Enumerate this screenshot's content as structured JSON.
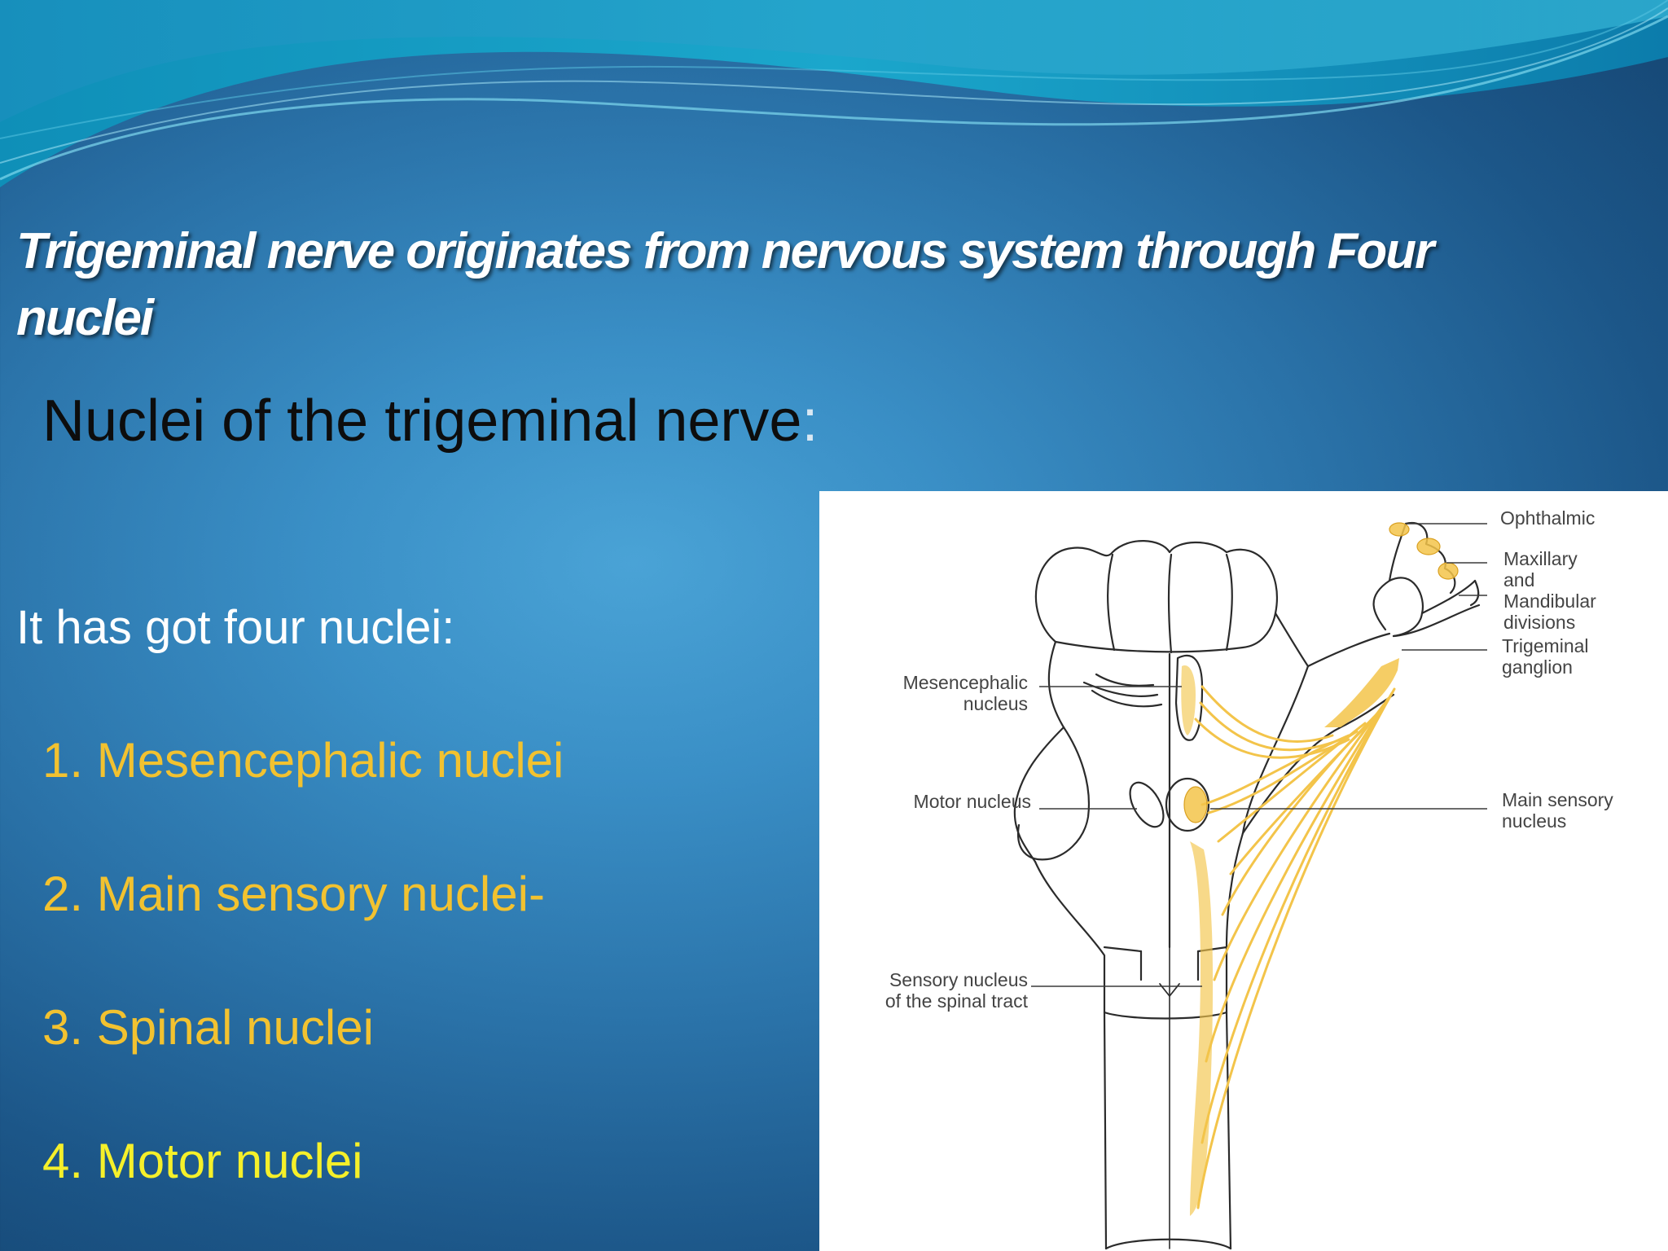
{
  "slide": {
    "title": "Trigeminal nerve originates from nervous system through  Four nuclei",
    "subtitle": "Nuclei of the trigeminal nerve",
    "subtitle_colon": ":",
    "intro": "It has got four nuclei:",
    "nuclei": [
      "1. Mesencephalic  nuclei",
      "2. Main sensory nuclei-",
      "3. Spinal  nuclei",
      "4. Motor nuclei"
    ]
  },
  "figure": {
    "labels": {
      "ophthalmic": "Ophthalmic",
      "maxillary": "Maxillary\nand\nMandibular\ndivisions",
      "trigeminal_ganglion": "Trigeminal\nganglion",
      "mesencephalic": "Mesencephalic\nnucleus",
      "motor": "Motor nucleus",
      "main_sensory": "Main sensory\nnucleus",
      "sensory_spinal": "Sensory nucleus\nof the spinal tract"
    }
  },
  "colors": {
    "nuclei_text": "#f2c230",
    "nuclei_last_text": "#f5f02a",
    "nerve_fill": "#f3c44a"
  }
}
